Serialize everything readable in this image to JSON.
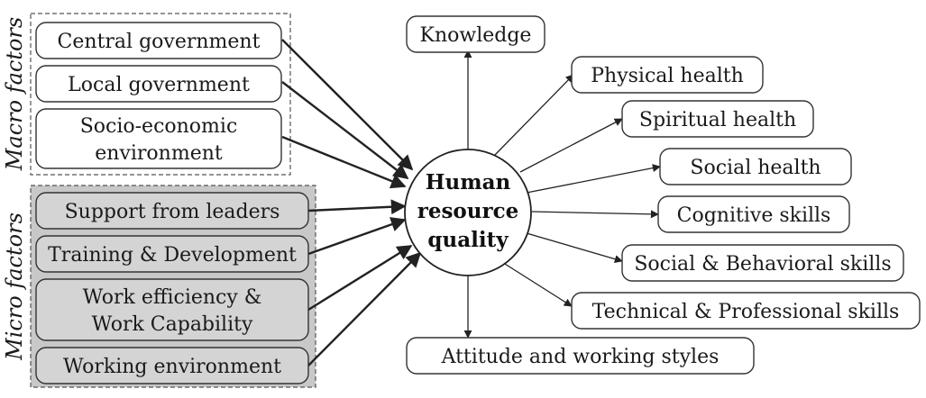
{
  "center": {
    "lines": [
      "Human",
      "resource",
      "quality"
    ]
  },
  "groups": {
    "macro": {
      "label": "Macro factors"
    },
    "micro": {
      "label": "Micro factors"
    }
  },
  "macro_factors": [
    {
      "lines": [
        "Central government"
      ]
    },
    {
      "lines": [
        "Local government"
      ]
    },
    {
      "lines": [
        "Socio-economic",
        "environment"
      ]
    }
  ],
  "micro_factors": [
    {
      "lines": [
        "Support from leaders"
      ]
    },
    {
      "lines": [
        "Training & Development"
      ]
    },
    {
      "lines": [
        "Work efficiency &",
        "Work Capability"
      ]
    },
    {
      "lines": [
        "Working environment"
      ]
    }
  ],
  "outcomes": [
    {
      "lines": [
        "Knowledge"
      ]
    },
    {
      "lines": [
        "Physical health"
      ]
    },
    {
      "lines": [
        "Spiritual health"
      ]
    },
    {
      "lines": [
        "Social health"
      ]
    },
    {
      "lines": [
        "Cognitive skills"
      ]
    },
    {
      "lines": [
        "Social & Behavioral skills"
      ]
    },
    {
      "lines": [
        "Technical & Professional skills"
      ]
    },
    {
      "lines": [
        "Attitude and working styles"
      ]
    }
  ],
  "colors": {
    "micro_fill": "#d4d4d4",
    "stroke": "#333333"
  }
}
